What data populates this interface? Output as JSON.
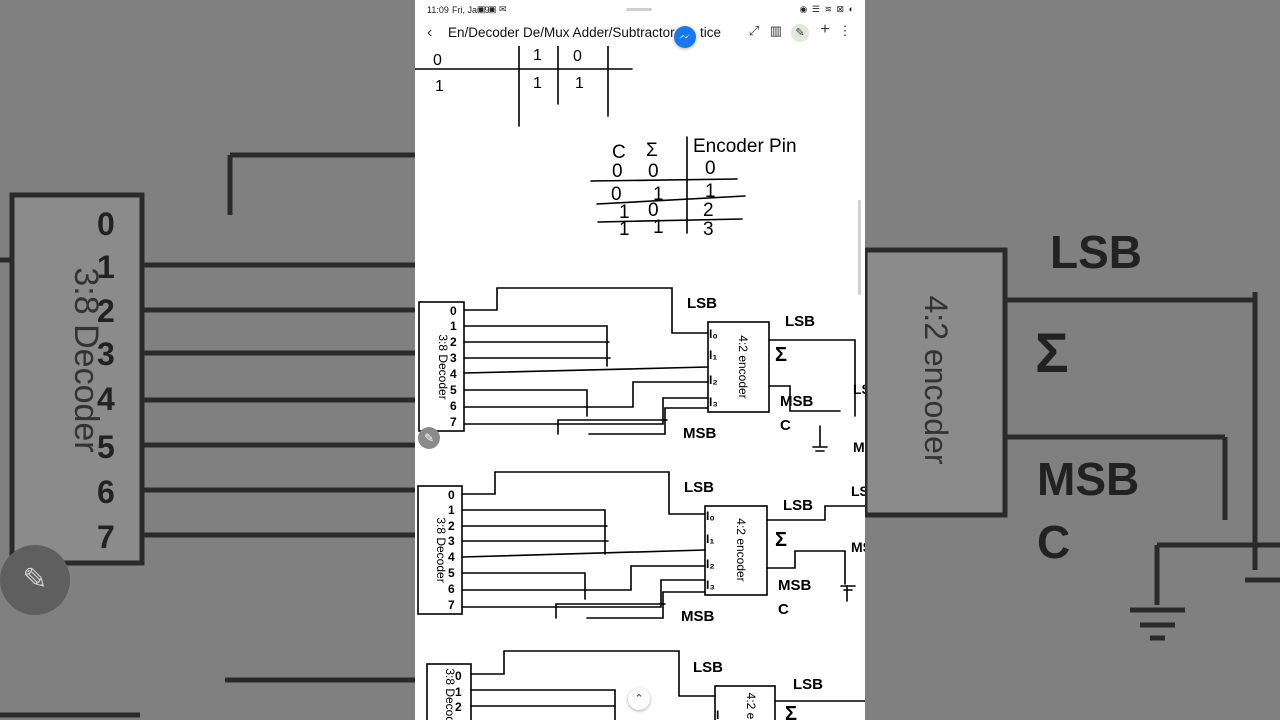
{
  "status_bar": {
    "time": "11:09",
    "date": "Fri, Jan 9",
    "left_icons": "▣ ▣ ✉",
    "right_icons": "◉ ☰ ≋ ⊠ ◐"
  },
  "toolbar": {
    "title": "En/Decoder De/Mux Adder/Subtractor",
    "title_tail": "tice",
    "back_icon": "‹",
    "expand_icon": "⤢",
    "book_icon": "▥",
    "pen_icon": "✎",
    "add_icon": "+",
    "more_icon": "⋮"
  },
  "overlay": {
    "edit_fab_icon": "✎",
    "scroll_up_icon": "⌃"
  },
  "note": {
    "top_table_rows": [
      [
        "0",
        "1",
        "0"
      ],
      [
        "1",
        "1",
        "1"
      ]
    ],
    "truth_table": {
      "headers": [
        "C",
        "Σ",
        "Encoder Pin"
      ],
      "rows": [
        [
          "0",
          "0",
          "0"
        ],
        [
          "0",
          "1",
          "1"
        ],
        [
          "1",
          "0",
          "2"
        ],
        [
          "1",
          "1",
          "3"
        ]
      ]
    },
    "circuits": [
      {
        "decoder_label": "3:8 Decoder",
        "decoder_pins": [
          "0",
          "1",
          "2",
          "3",
          "4",
          "5",
          "6",
          "7"
        ],
        "encoder_label": "4:2 encoder",
        "encoder_inputs": [
          "I₀",
          "I₁",
          "I₂",
          "I₃"
        ],
        "labels": [
          "LSB",
          "LSB",
          "Σ",
          "MSB",
          "C",
          "MSB"
        ]
      },
      {
        "decoder_label": "3:8 Decoder",
        "decoder_pins": [
          "0",
          "1",
          "2",
          "3",
          "4",
          "5",
          "6",
          "7"
        ],
        "encoder_label": "4:2 encoder",
        "encoder_inputs": [
          "I₀",
          "I₁",
          "I₂",
          "I₃"
        ],
        "labels": [
          "LSB",
          "LSB",
          "Σ",
          "MSB",
          "C",
          "MSB"
        ]
      },
      {
        "decoder_label": "3:8 Decoder",
        "decoder_pins": [
          "0",
          "1",
          "2"
        ],
        "encoder_label": "4:2 e",
        "encoder_inputs": [
          "I"
        ],
        "labels": [
          "LSB",
          "LSB",
          "Σ"
        ]
      }
    ],
    "extra_labels": [
      "LSB",
      "MSB",
      "LSB",
      "MSB"
    ]
  },
  "background": {
    "left_decoder_label": "3:8 Decoder",
    "left_pins": [
      "0",
      "1",
      "2",
      "3",
      "4",
      "5",
      "6",
      "7"
    ],
    "right_encoder_label": "4:2 encoder",
    "right_labels": [
      "LSB",
      "Σ",
      "MSB",
      "C"
    ],
    "fab_icon": "✎"
  }
}
